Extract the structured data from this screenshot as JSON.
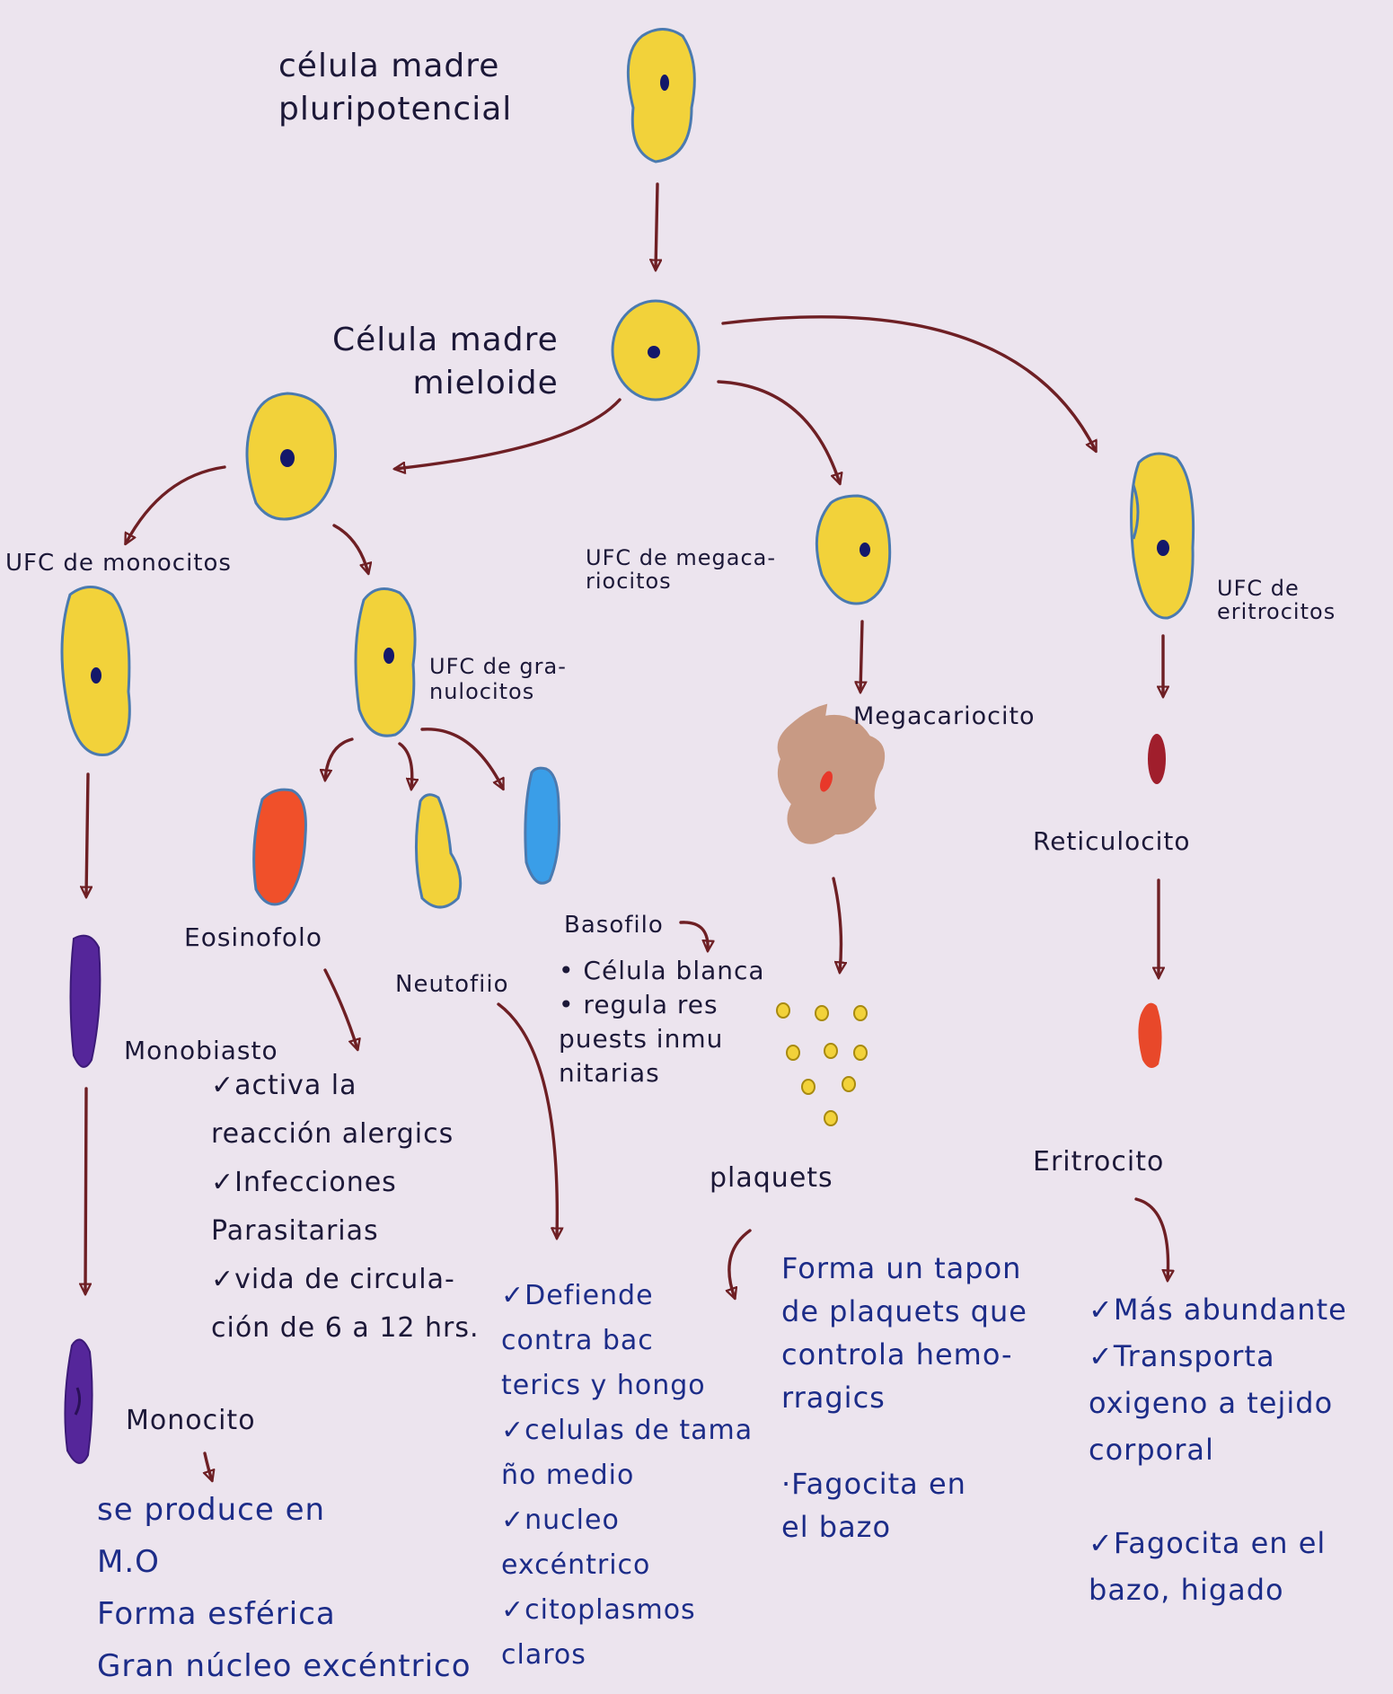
{
  "labels": {
    "celula_madre_pluripotencial": "célula madre\npluripotencial",
    "celula_madre_mieloide": "Célula madre\nmieloide",
    "ufc_monocitos": "UFC de monocitos",
    "ufc_granulocitos": "UFC de gra-\nnulocitos",
    "ufc_megacariocitos": "UFC de megaca-\nriocitos",
    "ufc_eritrocitos": "UFC de\neritrocitos",
    "megacariocito": "Megacariocito",
    "reticulocito": "Reticulocito",
    "eosinofilo": "Eosinofolo",
    "neutrofilo": "Neutofiio",
    "basofilo": "Basofilo",
    "monoblasto": "Monobiasto",
    "monocito": "Monocito",
    "plaquetas": "plaquets",
    "eritrocito": "Eritrocito"
  },
  "notes": {
    "basofilo": "• Célula blanca\n• regula res\n  puests inmu\n  nitarias",
    "eosinofilo": "✓activa la\n  reacción alergics\n✓Infecciones\n  Parasitarias\n✓vida de circula-\n  ción de 6 a 12 hrs.",
    "neutrofilo": "✓Defiende\ncontra bac\nterics y hongo\n✓celulas de tama\nño medio\n✓nucleo excéntrico\n✓citoplasmos claros",
    "plaquetas": "Forma un tapon\nde plaquets que\ncontrola hemo-\nrragics\n\n·Fagocita en\nel bazo",
    "eritrocito": "✓Más abundante\n✓Transporta\noxigeno a tejido\ncorporal\n\n✓Fagocita en el\nbazo, higado",
    "monocito": "se produce en\nM.O\nForma esférica\nGran núcleo excéntrico"
  },
  "colors": {
    "stem_cell": "#f2d23a",
    "eosinophil": "#f0502a",
    "basophil": "#3a9ee8",
    "monoblast": "#55269a",
    "megakaryocyte": "#c89a84",
    "reticulocyte": "#a01e2c",
    "erythrocyte": "#e8482a",
    "platelet": "#f2d23a",
    "arrow": "#6e1f24",
    "nucleus": "#14186a"
  }
}
